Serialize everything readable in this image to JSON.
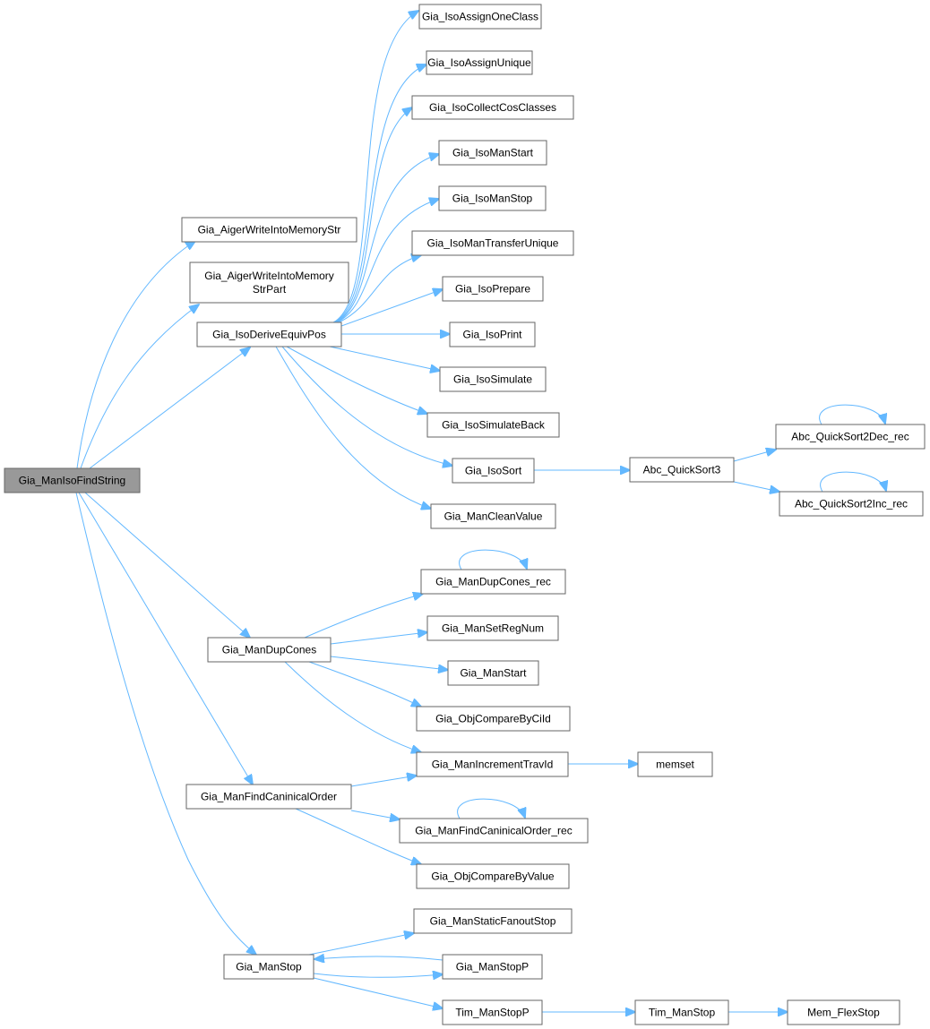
{
  "graph": {
    "edge_color": "#63b8ff",
    "root_fill": "#999999",
    "nodes": [
      {
        "id": "root",
        "lines": [
          "Gia_ManIsoFindString"
        ]
      },
      {
        "id": "aigstr",
        "lines": [
          "Gia_AigerWriteIntoMemoryStr"
        ]
      },
      {
        "id": "aigstrpart",
        "lines": [
          "Gia_AigerWriteIntoMemory",
          "StrPart"
        ]
      },
      {
        "id": "derive",
        "lines": [
          "Gia_IsoDeriveEquivPos"
        ]
      },
      {
        "id": "assignone",
        "lines": [
          "Gia_IsoAssignOneClass"
        ]
      },
      {
        "id": "assignuniq",
        "lines": [
          "Gia_IsoAssignUnique"
        ]
      },
      {
        "id": "collect",
        "lines": [
          "Gia_IsoCollectCosClasses"
        ]
      },
      {
        "id": "isomanstart",
        "lines": [
          "Gia_IsoManStart"
        ]
      },
      {
        "id": "isomanstop",
        "lines": [
          "Gia_IsoManStop"
        ]
      },
      {
        "id": "transfer",
        "lines": [
          "Gia_IsoManTransferUnique"
        ]
      },
      {
        "id": "prepare",
        "lines": [
          "Gia_IsoPrepare"
        ]
      },
      {
        "id": "print",
        "lines": [
          "Gia_IsoPrint"
        ]
      },
      {
        "id": "simulate",
        "lines": [
          "Gia_IsoSimulate"
        ]
      },
      {
        "id": "simback",
        "lines": [
          "Gia_IsoSimulateBack"
        ]
      },
      {
        "id": "isosort",
        "lines": [
          "Gia_IsoSort"
        ]
      },
      {
        "id": "cleanvalue",
        "lines": [
          "Gia_ManCleanValue"
        ]
      },
      {
        "id": "qs3",
        "lines": [
          "Abc_QuickSort3"
        ]
      },
      {
        "id": "qsdec",
        "lines": [
          "Abc_QuickSort2Dec_rec"
        ]
      },
      {
        "id": "qsinc",
        "lines": [
          "Abc_QuickSort2Inc_rec"
        ]
      },
      {
        "id": "dupconesrec",
        "lines": [
          "Gia_ManDupCones_rec"
        ]
      },
      {
        "id": "setregnum",
        "lines": [
          "Gia_ManSetRegNum"
        ]
      },
      {
        "id": "manstart",
        "lines": [
          "Gia_ManStart"
        ]
      },
      {
        "id": "dupcones",
        "lines": [
          "Gia_ManDupCones"
        ]
      },
      {
        "id": "cmpciid",
        "lines": [
          "Gia_ObjCompareByCiId"
        ]
      },
      {
        "id": "incrtrav",
        "lines": [
          "Gia_ManIncrementTravId"
        ]
      },
      {
        "id": "memset",
        "lines": [
          "memset"
        ]
      },
      {
        "id": "findcan",
        "lines": [
          "Gia_ManFindCaninicalOrder"
        ]
      },
      {
        "id": "findcanrec",
        "lines": [
          "Gia_ManFindCaninicalOrder_rec"
        ]
      },
      {
        "id": "cmpvalue",
        "lines": [
          "Gia_ObjCompareByValue"
        ]
      },
      {
        "id": "staticfanout",
        "lines": [
          "Gia_ManStaticFanoutStop"
        ]
      },
      {
        "id": "manstop",
        "lines": [
          "Gia_ManStop"
        ]
      },
      {
        "id": "manstopp",
        "lines": [
          "Gia_ManStopP"
        ]
      },
      {
        "id": "timstopp",
        "lines": [
          "Tim_ManStopP"
        ]
      },
      {
        "id": "timstop",
        "lines": [
          "Tim_ManStop"
        ]
      },
      {
        "id": "memflex",
        "lines": [
          "Mem_FlexStop"
        ]
      }
    ]
  }
}
